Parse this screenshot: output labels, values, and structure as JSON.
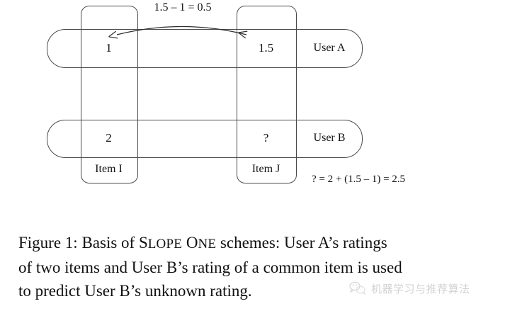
{
  "figure": {
    "arrow_label": "1.5 – 1 = 0.5",
    "equation": "? = 2 + (1.5 – 1) = 2.5",
    "columns": [
      {
        "id": "item-i",
        "label": "Item I"
      },
      {
        "id": "item-j",
        "label": "Item J"
      }
    ],
    "rows": [
      {
        "id": "user-a",
        "label": "User A",
        "values": [
          "1",
          "1.5"
        ]
      },
      {
        "id": "user-b",
        "label": "User B",
        "values": [
          "2",
          "?"
        ]
      }
    ],
    "stroke_color": "#4a4a4a"
  },
  "caption": {
    "prefix": "Figure 1:",
    "part1": "  Basis of ",
    "smallcaps_1": "S",
    "smallcaps_1_rest": "LOPE",
    "smallcaps_2": "O",
    "smallcaps_2_rest": "NE",
    "part2": " schemes: User A’s ratings",
    "line2": "of two items and User B’s rating of a common item is used",
    "line3": "to predict User B’s unknown rating."
  },
  "watermark": {
    "text": "机器学习与推荐算法",
    "logo": "wechat-logo-icon",
    "color": "#8a8a8a"
  }
}
